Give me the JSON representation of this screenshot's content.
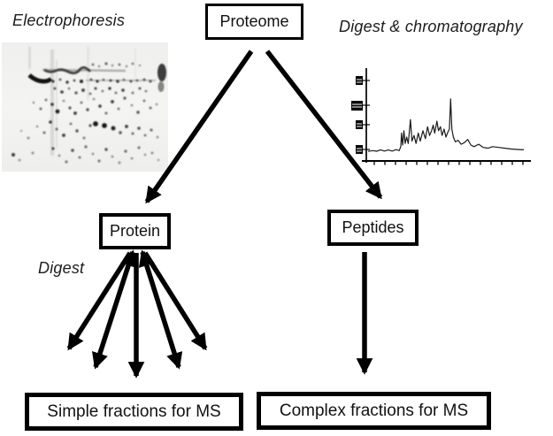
{
  "labels": {
    "electrophoresis": "Electrophoresis",
    "digest_chromatography": "Digest & chromatography",
    "digest": "Digest"
  },
  "nodes": {
    "proteome": "Proteome",
    "protein": "Protein",
    "peptides": "Peptides",
    "simple_fractions": "Simple fractions for MS",
    "complex_fractions": "Complex fractions for MS"
  },
  "edges": [
    {
      "from": "Proteome",
      "to": "Protein",
      "style": "single-arrow"
    },
    {
      "from": "Proteome",
      "to": "Peptides",
      "style": "single-arrow"
    },
    {
      "from": "Protein",
      "to": "Simple fractions for MS",
      "style": "fan",
      "arrow_count": 5
    },
    {
      "from": "Peptides",
      "to": "Complex fractions for MS",
      "style": "single-arrow"
    }
  ],
  "colors": {
    "ink": "#000000",
    "background": "#ffffff"
  },
  "chromatogram": {
    "type": "line",
    "trace": [
      [
        0.0,
        0.02
      ],
      [
        0.03,
        0.03
      ],
      [
        0.055,
        0.022
      ],
      [
        0.08,
        0.04
      ],
      [
        0.105,
        0.025
      ],
      [
        0.13,
        0.038
      ],
      [
        0.155,
        0.025
      ],
      [
        0.18,
        0.042
      ],
      [
        0.2,
        0.03
      ],
      [
        0.21,
        0.08
      ],
      [
        0.215,
        0.25
      ],
      [
        0.222,
        0.1
      ],
      [
        0.23,
        0.28
      ],
      [
        0.238,
        0.12
      ],
      [
        0.248,
        0.2
      ],
      [
        0.258,
        0.12
      ],
      [
        0.272,
        0.42
      ],
      [
        0.282,
        0.15
      ],
      [
        0.295,
        0.22
      ],
      [
        0.308,
        0.12
      ],
      [
        0.322,
        0.25
      ],
      [
        0.335,
        0.15
      ],
      [
        0.352,
        0.28
      ],
      [
        0.368,
        0.18
      ],
      [
        0.382,
        0.33
      ],
      [
        0.395,
        0.22
      ],
      [
        0.408,
        0.28
      ],
      [
        0.418,
        0.35
      ],
      [
        0.428,
        0.25
      ],
      [
        0.442,
        0.4
      ],
      [
        0.452,
        0.28
      ],
      [
        0.465,
        0.33
      ],
      [
        0.475,
        0.22
      ],
      [
        0.488,
        0.3
      ],
      [
        0.5,
        0.2
      ],
      [
        0.512,
        0.26
      ],
      [
        0.522,
        0.3
      ],
      [
        0.53,
        0.68
      ],
      [
        0.538,
        0.3
      ],
      [
        0.548,
        0.2
      ],
      [
        0.56,
        0.14
      ],
      [
        0.578,
        0.16
      ],
      [
        0.598,
        0.11
      ],
      [
        0.618,
        0.13
      ],
      [
        0.64,
        0.17
      ],
      [
        0.66,
        0.1
      ],
      [
        0.68,
        0.08
      ],
      [
        0.71,
        0.11
      ],
      [
        0.74,
        0.07
      ],
      [
        0.77,
        0.06
      ],
      [
        0.8,
        0.08
      ],
      [
        0.84,
        0.07
      ],
      [
        0.88,
        0.06
      ],
      [
        0.92,
        0.05
      ],
      [
        0.96,
        0.045
      ],
      [
        1.0,
        0.04
      ]
    ]
  }
}
